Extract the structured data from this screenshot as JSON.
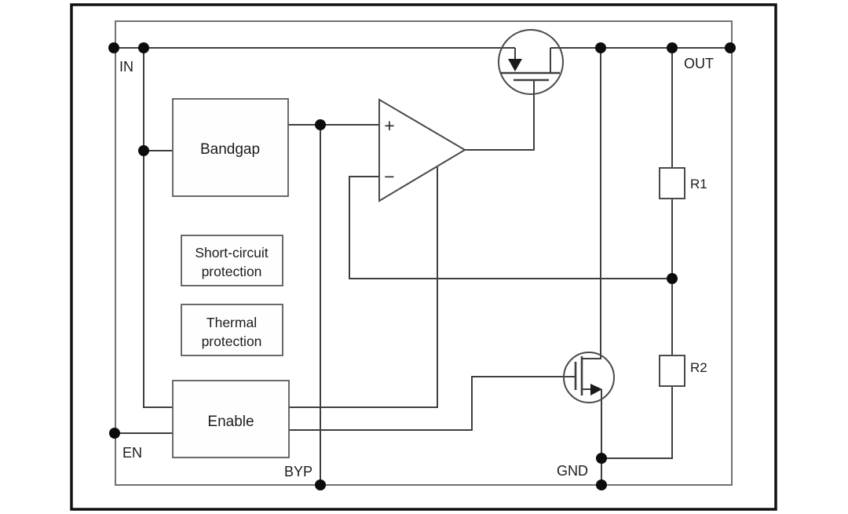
{
  "diagram": {
    "kind": "LDO voltage regulator functional block diagram",
    "pins": {
      "in": "IN",
      "out": "OUT",
      "en": "EN",
      "byp": "BYP",
      "gnd": "GND"
    },
    "blocks": {
      "bandgap": "Bandgap",
      "short_circuit_line1": "Short-circuit",
      "short_circuit_line2": "protection",
      "thermal_line1": "Thermal",
      "thermal_line2": "protection",
      "enable": "Enable"
    },
    "components": {
      "r1": "R1",
      "r2": "R2"
    },
    "error_amp": {
      "plus": "+",
      "minus": "−"
    },
    "colors": {
      "background": "#ffffff",
      "frame": "#111111",
      "ic_boundary": "#717171",
      "wire": "#3f3f3f",
      "dot": "#0c0c0c",
      "text": "#1c1c1c"
    }
  }
}
